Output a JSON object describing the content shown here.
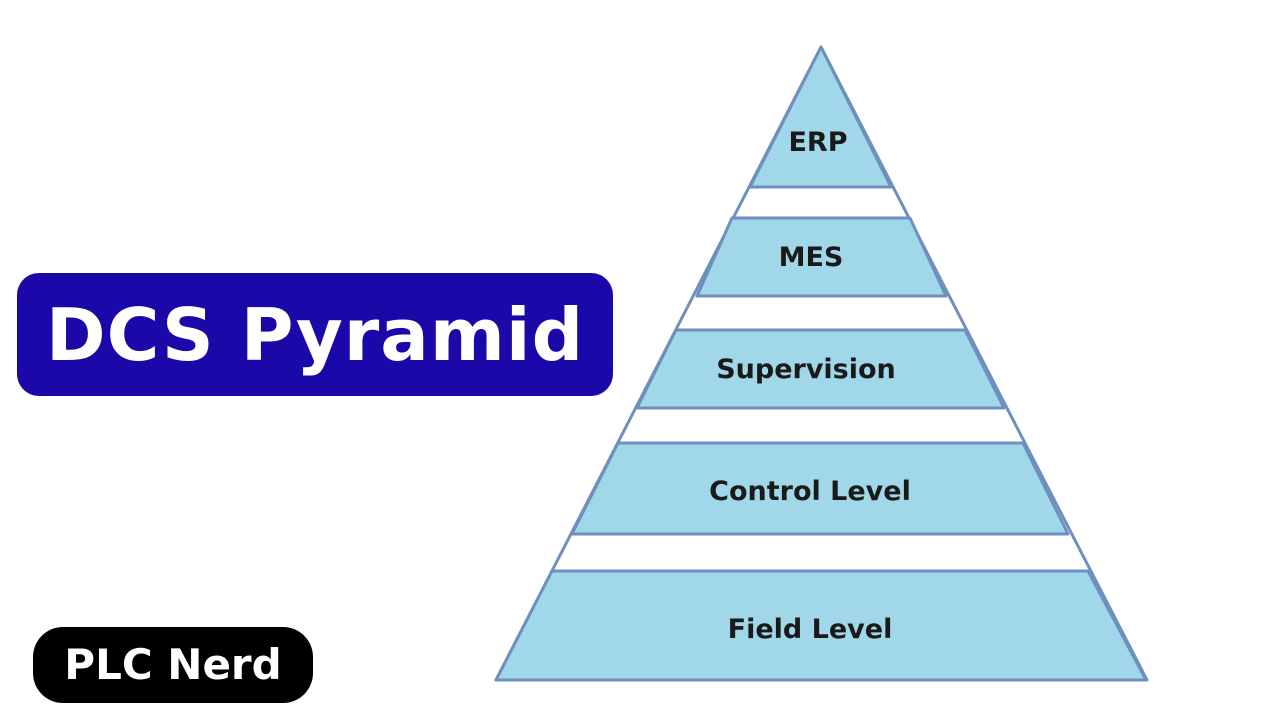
{
  "title": "DCS Pyramid",
  "brand": "PLC Nerd",
  "colors": {
    "title_bg": "#1a08a8",
    "title_text": "#ffffff",
    "brand_bg": "#000000",
    "brand_text": "#ffffff",
    "level_fill": "#a0d8ea",
    "outline": "#6f8fbf",
    "gap_fill": "#ffffff",
    "label_text": "#1a1a1a"
  },
  "pyramid": {
    "levels": [
      {
        "label": "ERP"
      },
      {
        "label": "MES"
      },
      {
        "label": "Supervision"
      },
      {
        "label": "Control Level"
      },
      {
        "label": "Field Level"
      }
    ]
  }
}
